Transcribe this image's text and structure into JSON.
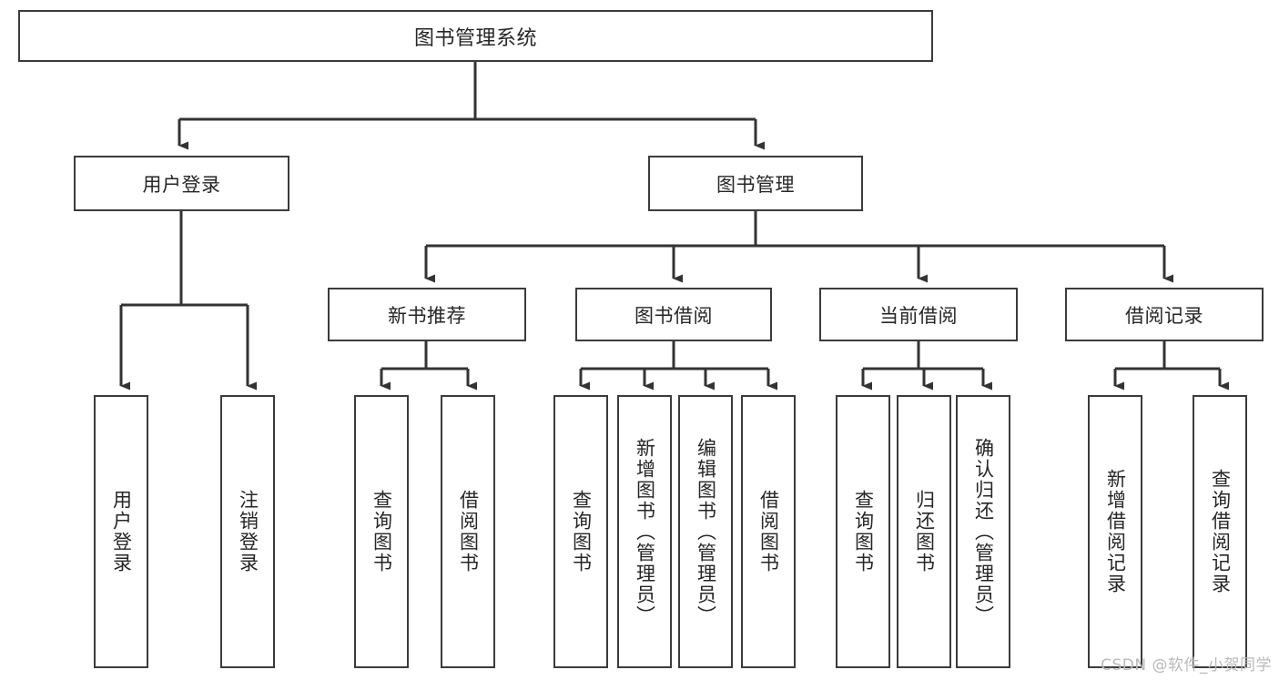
{
  "diagram": {
    "type": "tree",
    "title": "图书管理系统",
    "watermark": "CSDN @软件_小贺同学",
    "colors": {
      "box_border": "#3b3b3b",
      "box_fill": "#ffffff",
      "text": "#262626",
      "connector": "#333333",
      "watermark": "#b9b9b9",
      "background": "#ffffff"
    },
    "levels": {
      "root": "图书管理系统",
      "level2": [
        "用户登录",
        "图书管理"
      ],
      "level3": [
        "新书推荐",
        "图书借阅",
        "当前借阅",
        "借阅记录"
      ]
    },
    "nodes": {
      "root": {
        "label": "图书管理系统",
        "orientation": "horizontal"
      },
      "user_login": {
        "label": "用户登录",
        "orientation": "horizontal"
      },
      "book_manage": {
        "label": "图书管理",
        "orientation": "horizontal"
      },
      "new_book_rec": {
        "label": "新书推荐",
        "orientation": "horizontal"
      },
      "book_borrow": {
        "label": "图书借阅",
        "orientation": "horizontal"
      },
      "current_borrow": {
        "label": "当前借阅",
        "orientation": "horizontal"
      },
      "borrow_record": {
        "label": "借阅记录",
        "orientation": "horizontal"
      },
      "leaf_user_login": {
        "label": "用户登录",
        "orientation": "vertical"
      },
      "leaf_logout": {
        "label": "注销登录",
        "orientation": "vertical"
      },
      "leaf_query_book_rec": {
        "label": "查询图书",
        "orientation": "vertical"
      },
      "leaf_borrow_book_rec": {
        "label": "借阅图书",
        "orientation": "vertical"
      },
      "leaf_query_book_b": {
        "label": "查询图书",
        "orientation": "vertical"
      },
      "leaf_add_book": {
        "label": "新增图书（管理员）",
        "orientation": "vertical"
      },
      "leaf_edit_book": {
        "label": "编辑图书（管理员）",
        "orientation": "vertical"
      },
      "leaf_borrow_book_b": {
        "label": "借阅图书",
        "orientation": "vertical"
      },
      "leaf_query_book_c": {
        "label": "查询图书",
        "orientation": "vertical"
      },
      "leaf_return_book": {
        "label": "归还图书",
        "orientation": "vertical"
      },
      "leaf_confirm_return": {
        "label": "确认归还（管理员）",
        "orientation": "vertical"
      },
      "leaf_add_record": {
        "label": "新增借阅记录",
        "orientation": "vertical"
      },
      "leaf_query_record": {
        "label": "查询借阅记录",
        "orientation": "vertical"
      }
    },
    "edges": [
      {
        "from": "root",
        "to": "user_login"
      },
      {
        "from": "root",
        "to": "book_manage"
      },
      {
        "from": "user_login",
        "to": "leaf_user_login"
      },
      {
        "from": "user_login",
        "to": "leaf_logout"
      },
      {
        "from": "book_manage",
        "to": "new_book_rec"
      },
      {
        "from": "book_manage",
        "to": "book_borrow"
      },
      {
        "from": "book_manage",
        "to": "current_borrow"
      },
      {
        "from": "book_manage",
        "to": "borrow_record"
      },
      {
        "from": "new_book_rec",
        "to": "leaf_query_book_rec"
      },
      {
        "from": "new_book_rec",
        "to": "leaf_borrow_book_rec"
      },
      {
        "from": "book_borrow",
        "to": "leaf_query_book_b"
      },
      {
        "from": "book_borrow",
        "to": "leaf_add_book"
      },
      {
        "from": "book_borrow",
        "to": "leaf_edit_book"
      },
      {
        "from": "book_borrow",
        "to": "leaf_borrow_book_b"
      },
      {
        "from": "current_borrow",
        "to": "leaf_query_book_c"
      },
      {
        "from": "current_borrow",
        "to": "leaf_return_book"
      },
      {
        "from": "current_borrow",
        "to": "leaf_confirm_return"
      },
      {
        "from": "borrow_record",
        "to": "leaf_add_record"
      },
      {
        "from": "borrow_record",
        "to": "leaf_query_record"
      }
    ]
  }
}
